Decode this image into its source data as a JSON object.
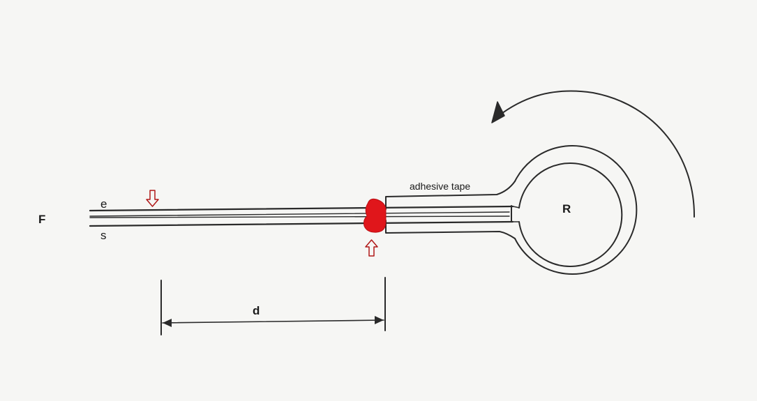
{
  "labels": {
    "left_end": "F",
    "upper_strand": "e",
    "lower_strand": "s",
    "tape": "adhesive tape",
    "ring": "R",
    "distance": "d"
  },
  "colors": {
    "ink": "#2a2a2a",
    "marker": "#b01818",
    "adhesive_blob": "#e0161b",
    "paper": "#f6f6f4"
  },
  "icons": {
    "marker_upper": "down-arrow-icon",
    "marker_lower": "up-arrow-icon",
    "rotation": "curved-arrow-icon"
  }
}
